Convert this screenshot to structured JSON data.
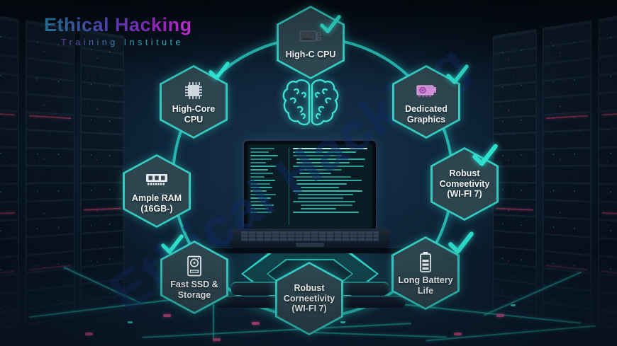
{
  "logo": {
    "title": "Ethical Hacking",
    "subtitle": "Training Institute"
  },
  "watermark": "Ethical Hacking",
  "center": {
    "icon": "brain-icon",
    "device": "laptop-with-code-screen"
  },
  "colors": {
    "accent_teal": "#2ed8c8",
    "logo_blue": "#38b6f0",
    "logo_magenta": "#ec38f8",
    "hexagon_fill": "#2d3a45",
    "background_navy": "#0e2338",
    "circuit_pink": "#e0548e",
    "code_text": "#38d2c2"
  },
  "nodes": [
    {
      "label": "High-C CPU",
      "icon": "cpu-module-icon",
      "checked": true,
      "position": "top"
    },
    {
      "label": "Dedicated Graphics",
      "icon": "gpu-icon",
      "checked": true,
      "position": "top-right"
    },
    {
      "label": "Robust Comeetivity (WI-FI 7)",
      "icon": null,
      "checked": true,
      "position": "right"
    },
    {
      "label": "Long Battery Life",
      "icon": "battery-icon",
      "checked": true,
      "position": "bottom-right"
    },
    {
      "label": "Robust Corneetivity (WI-FI 7)",
      "icon": null,
      "checked": false,
      "position": "bottom"
    },
    {
      "label": "Fast SSD & Storage",
      "icon": "hdd-icon",
      "checked": true,
      "position": "bottom-left"
    },
    {
      "label": "Ample RAM (16GB-)",
      "icon": "ram-icon",
      "checked": false,
      "position": "left"
    },
    {
      "label": "High-Core CPU",
      "icon": "chip-icon",
      "checked": true,
      "position": "top-left"
    }
  ]
}
